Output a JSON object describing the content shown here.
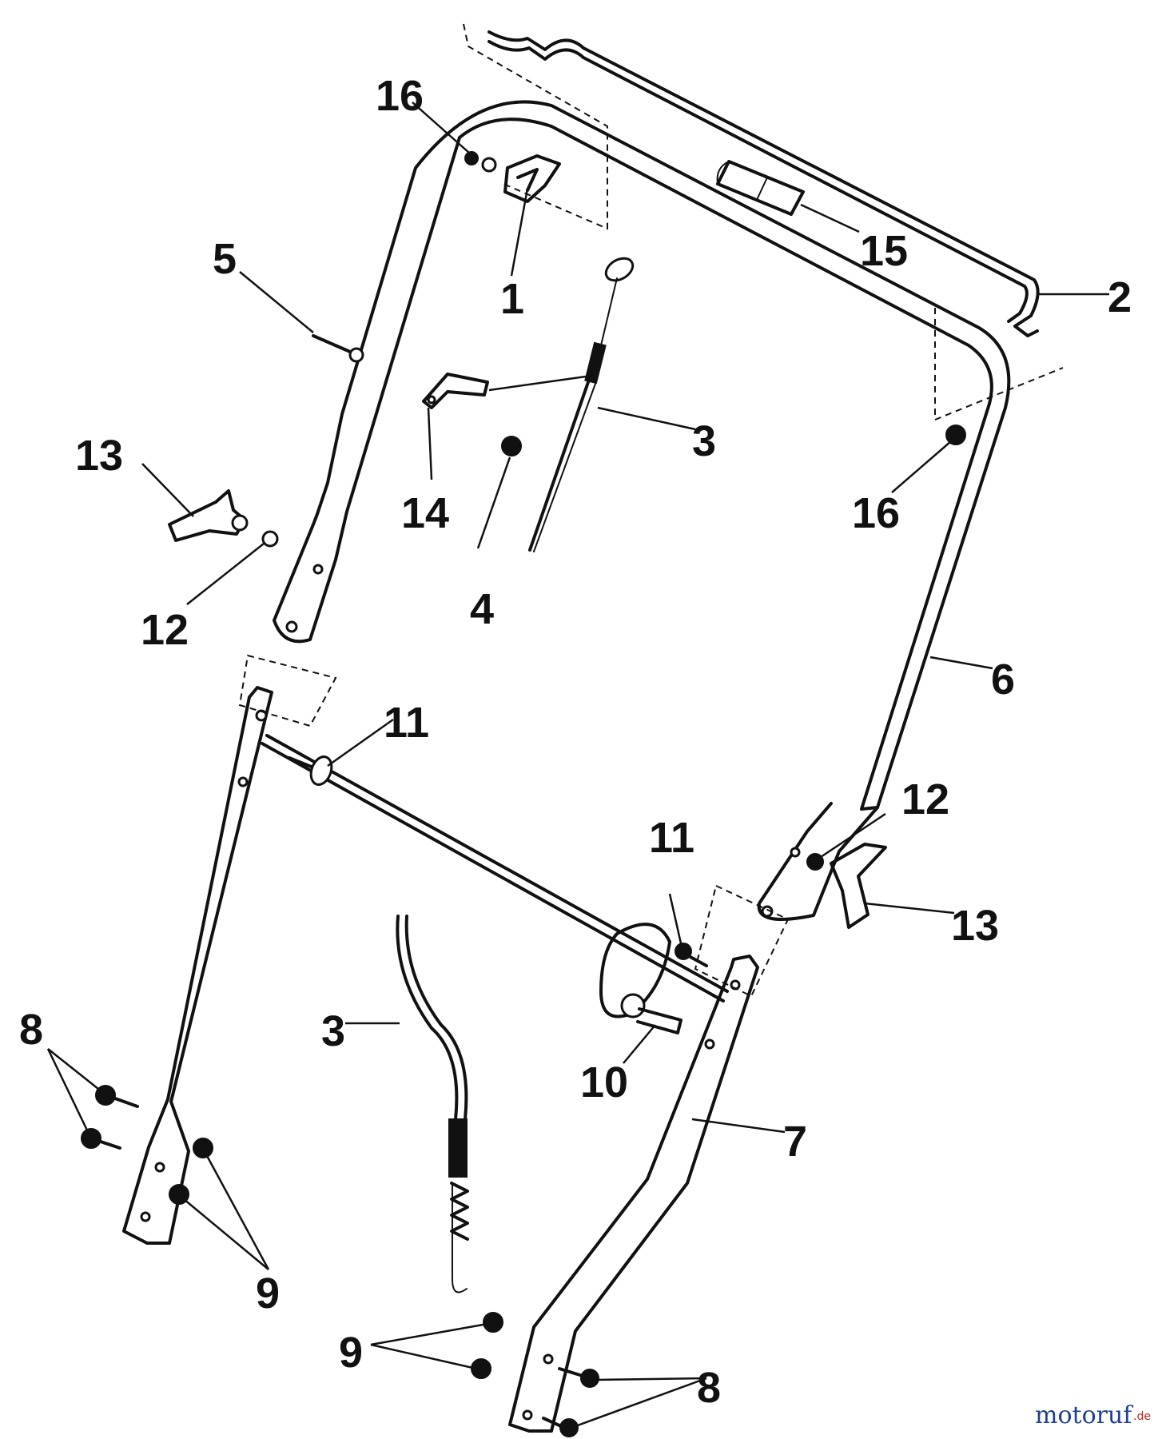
{
  "callouts": [
    {
      "label": "16"
    },
    {
      "label": "15"
    },
    {
      "label": "2"
    },
    {
      "label": "5"
    },
    {
      "label": "1"
    },
    {
      "label": "3"
    },
    {
      "label": "13"
    },
    {
      "label": "14"
    },
    {
      "label": "16"
    },
    {
      "label": "12"
    },
    {
      "label": "4"
    },
    {
      "label": "6"
    },
    {
      "label": "11"
    },
    {
      "label": "12"
    },
    {
      "label": "11"
    },
    {
      "label": "13"
    },
    {
      "label": "8"
    },
    {
      "label": "3"
    },
    {
      "label": "10"
    },
    {
      "label": "7"
    },
    {
      "label": "9"
    },
    {
      "label": "9"
    },
    {
      "label": "8"
    }
  ],
  "watermark": {
    "brand": "motoruf",
    "suffix": ".de"
  },
  "colors": {
    "ink": "#111111",
    "brand_blue": "#1f3f8f",
    "brand_green": "#2e8b2e",
    "brand_red": "#c41e1e"
  }
}
